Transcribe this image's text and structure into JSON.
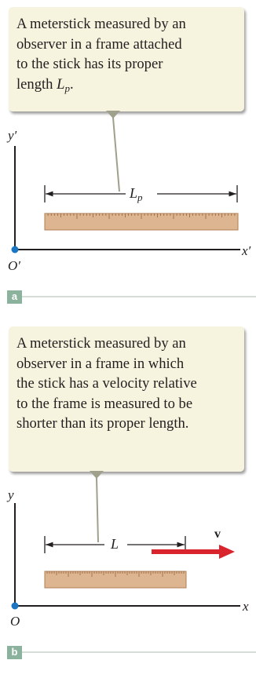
{
  "panel_a": {
    "caption_lines": [
      "A meterstick measured by an",
      "observer in a frame attached",
      "to the stick has its proper"
    ],
    "caption_last_prefix": "length ",
    "caption_var": "L",
    "caption_var_sub": "p",
    "caption_last_suffix": ".",
    "length_var": "L",
    "length_sub": "p",
    "axis_x": "x′",
    "axis_y": "y′",
    "origin": "O′",
    "tag": "a"
  },
  "panel_b": {
    "caption_lines": [
      "A meterstick measured by an",
      "observer in a frame in which",
      "the stick has a velocity relative",
      "to the frame is measured to be",
      "shorter than its proper length."
    ],
    "length_var": "L",
    "velocity_label": "v⃗",
    "axis_x": "x",
    "axis_y": "y",
    "origin": "O",
    "tag": "b"
  },
  "colors": {
    "callout_bg": "#f6f3de",
    "ruler_fill": "#ddb590",
    "ruler_stroke": "#b07f55",
    "velocity_arrow": "#d9232d",
    "origin_dot": "#1a75c2",
    "axis": "#231f20",
    "panel_tag": "#8bb29c"
  }
}
